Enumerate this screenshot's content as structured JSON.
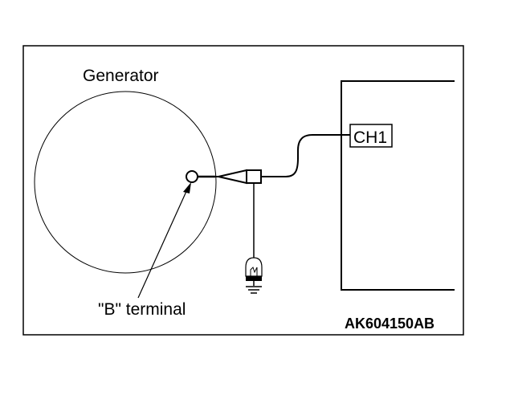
{
  "diagram": {
    "generator_label": "Generator",
    "b_terminal_label": "\"B\" terminal",
    "channel_label": "CH1",
    "figure_code": "AK604150AB"
  }
}
